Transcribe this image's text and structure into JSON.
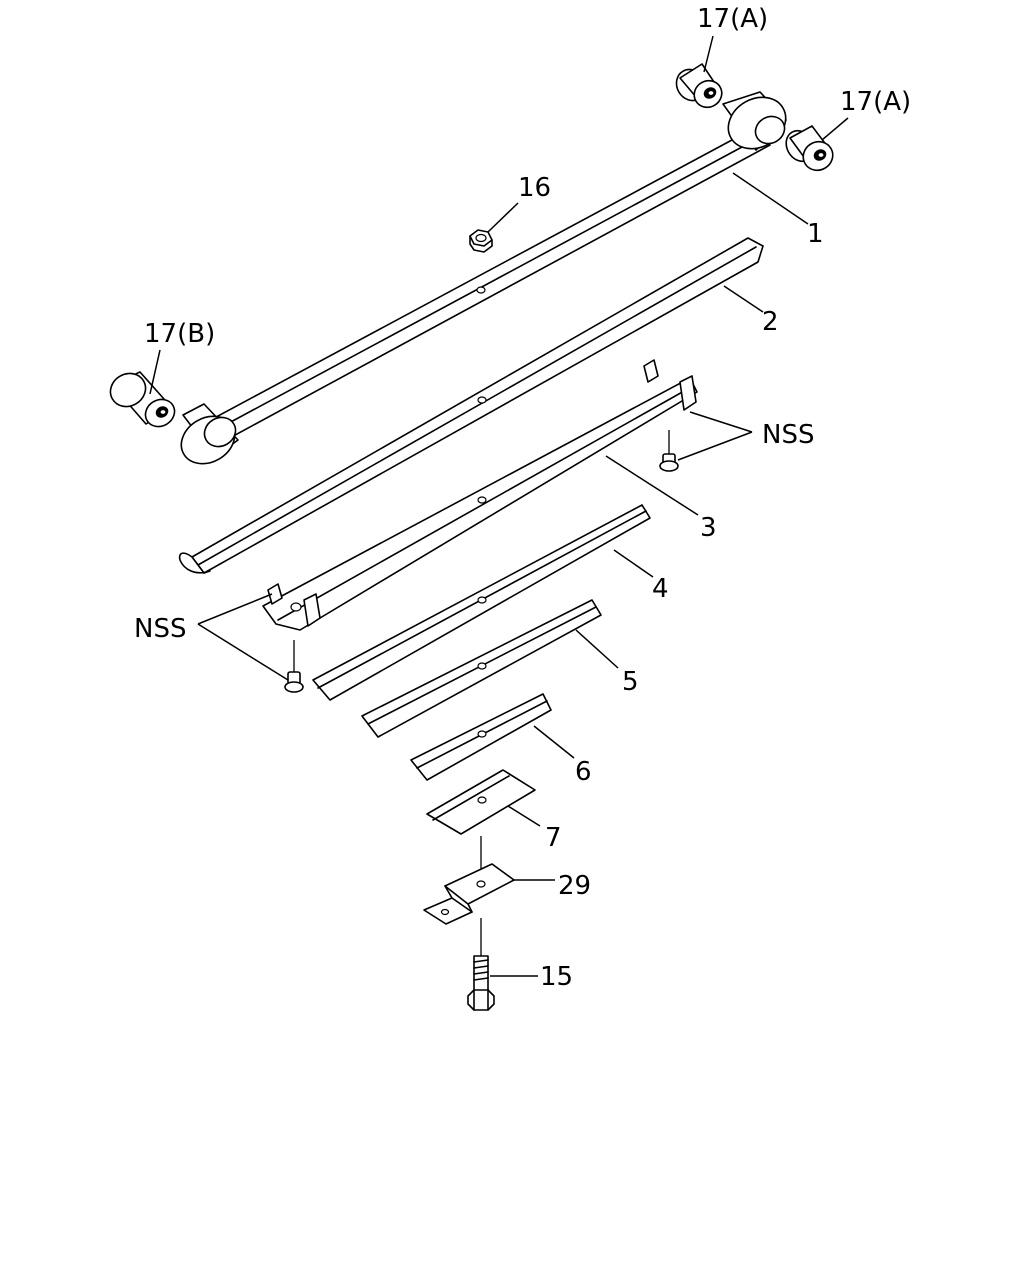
{
  "labels": {
    "bushing_a_top": "17(A)",
    "bushing_a_right": "17(A)",
    "nut": "16",
    "leaf_main": "1",
    "leaf_2": "2",
    "bushing_b": "17(B)",
    "nss_right": "NSS",
    "leaf_3": "3",
    "leaf_4": "4",
    "nss_left": "NSS",
    "leaf_5": "5",
    "leaf_6": "6",
    "leaf_7": "7",
    "bracket": "29",
    "bolt": "15"
  },
  "colors": {
    "line": "#000000",
    "background": "#ffffff"
  }
}
